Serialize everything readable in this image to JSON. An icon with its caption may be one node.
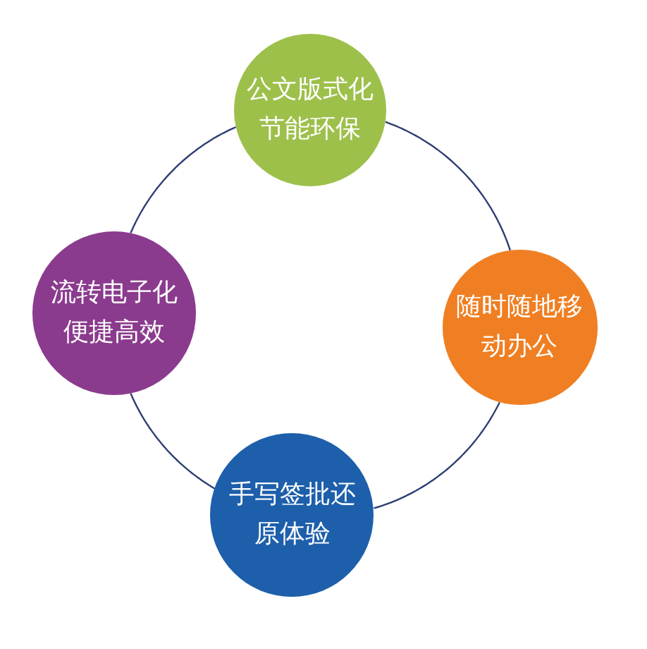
{
  "diagram": {
    "nodes": [
      {
        "text": [
          "公文版式化节能环保"
        ]
      },
      {
        "text": [
          "流转电子化便捷高效"
        ]
      },
      {
        "text": [
          "随时随地移动办公"
        ]
      },
      {
        "text": [
          "手写签批还原体验"
        ]
      }
    ],
    "edges": [
      {
        "from": 0,
        "to": 2,
        "arrow": "none"
      },
      {
        "from": 2,
        "to": 3,
        "arrow": "none"
      },
      {
        "from": 3,
        "to": 1,
        "arrow": "none"
      },
      {
        "from": 1,
        "to": 0,
        "arrow": "none"
      }
    ]
  }
}
